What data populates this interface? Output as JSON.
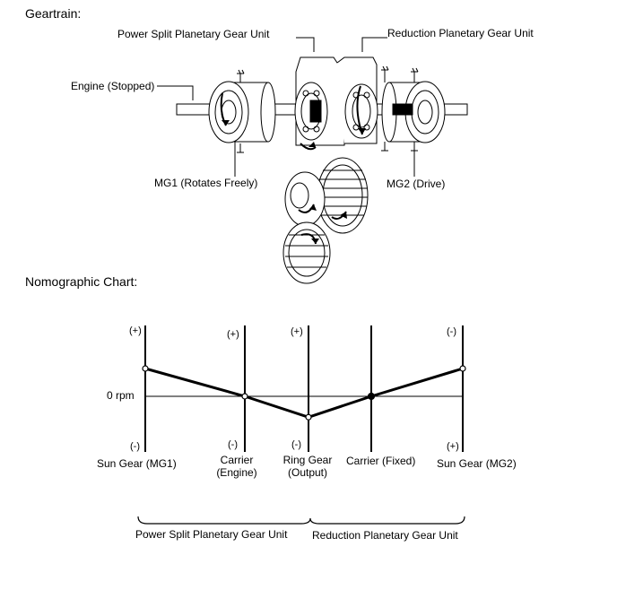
{
  "geartrain": {
    "heading": "Geartrain:",
    "power_split_label": "Power Split Planetary Gear Unit",
    "reduction_label": "Reduction Planetary Gear Unit",
    "engine_label": "Engine (Stopped)",
    "mg1_label": "MG1 (Rotates Freely)",
    "mg2_label": "MG2 (Drive)"
  },
  "nomographic": {
    "heading": "Nomographic Chart:",
    "zero_label": "0 rpm",
    "axes": [
      {
        "top_sign": "(+)",
        "bottom_sign": "(-)",
        "name_line1": "Sun Gear (MG1)",
        "name_line2": ""
      },
      {
        "top_sign": "(+)",
        "bottom_sign": "(-)",
        "name_line1": "Carrier",
        "name_line2": "(Engine)"
      },
      {
        "top_sign": "(+)",
        "bottom_sign": "(-)",
        "name_line1": "Ring Gear",
        "name_line2": "(Output)"
      },
      {
        "top_sign": "",
        "bottom_sign": "",
        "name_line1": "Carrier (Fixed)",
        "name_line2": ""
      },
      {
        "top_sign": "(-)",
        "bottom_sign": "(+)",
        "name_line1": "Sun Gear (MG2)",
        "name_line2": ""
      }
    ],
    "group_labels": [
      "Power Split Planetary Gear Unit",
      "Reduction Planetary Gear Unit"
    ]
  },
  "chart_data": {
    "type": "line",
    "categories": [
      "Sun Gear (MG1)",
      "Carrier (Engine)",
      "Ring Gear (Output)",
      "Carrier (Fixed)",
      "Sun Gear (MG2)"
    ],
    "zero_reference": "0 rpm",
    "series": [
      {
        "values": [
          1.0,
          0.0,
          -0.75,
          0.0,
          1.0
        ],
        "markers": [
          "open",
          "open",
          "open",
          "filled",
          "open"
        ]
      }
    ],
    "note": ""
  }
}
